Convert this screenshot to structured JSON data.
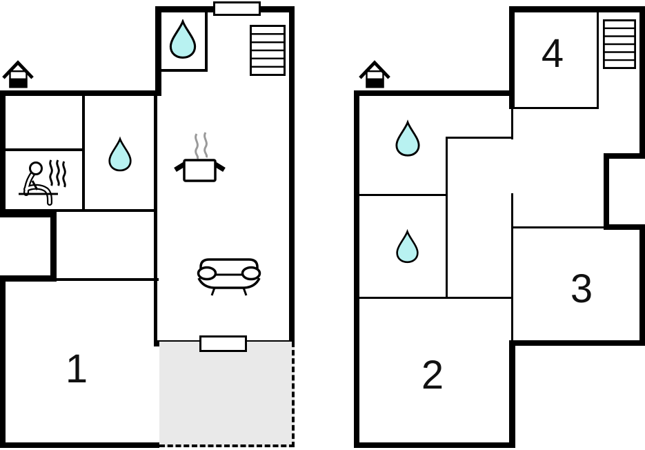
{
  "room_labels": {
    "room1": "1",
    "room2": "2",
    "room3": "3",
    "room4": "4"
  },
  "colors": {
    "wall": "#000000",
    "water_drop_fill": "#b8f2f1",
    "terrace_fill": "#e9e9e9",
    "steam": "#9a9a9a"
  },
  "icons": [
    "water-drop-icon",
    "chimney-icon",
    "stairs-icon",
    "sauna-person-icon",
    "cooking-pot-icon",
    "sofa-icon"
  ]
}
